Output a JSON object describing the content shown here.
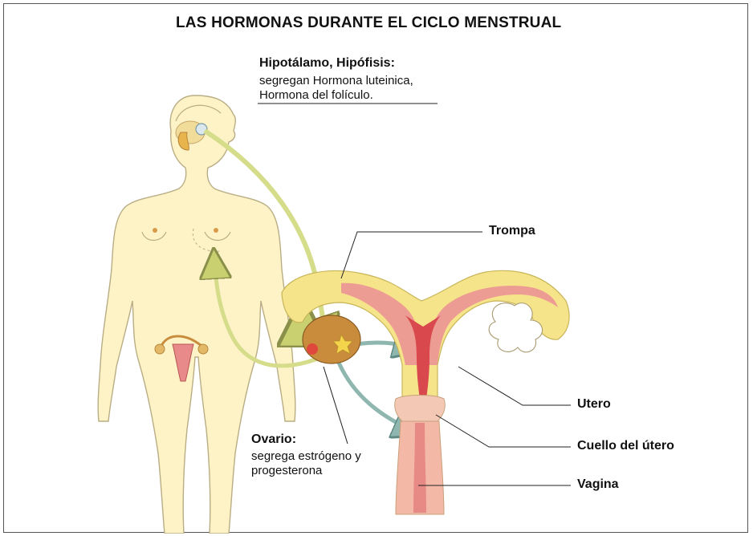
{
  "title": "LAS HORMONAS DURANTE EL CICLO MENSTRUAL",
  "labels": {
    "hypothalamus": {
      "heading": "Hipotálamo, Hipófisis:",
      "line1": "segregan Hormona luteinica,",
      "line2": "Hormona del folículo."
    },
    "trompa": "Trompa",
    "utero": "Utero",
    "cuello": "Cuello del útero",
    "vagina": "Vagina",
    "ovary": {
      "heading": "Ovario:",
      "line1": "segrega estrógeno y",
      "line2": "progesterona"
    }
  },
  "colors": {
    "skin": "#fdf3c6",
    "skin_outline": "#b9ad85",
    "organ_yellow": "#f6e48a",
    "organ_pink": "#eb8f95",
    "organ_red": "#d8484c",
    "ovary_brown": "#c98b3c",
    "arrow_green": "#d5dc8a",
    "arrow_blue": "#8fb7b0"
  }
}
